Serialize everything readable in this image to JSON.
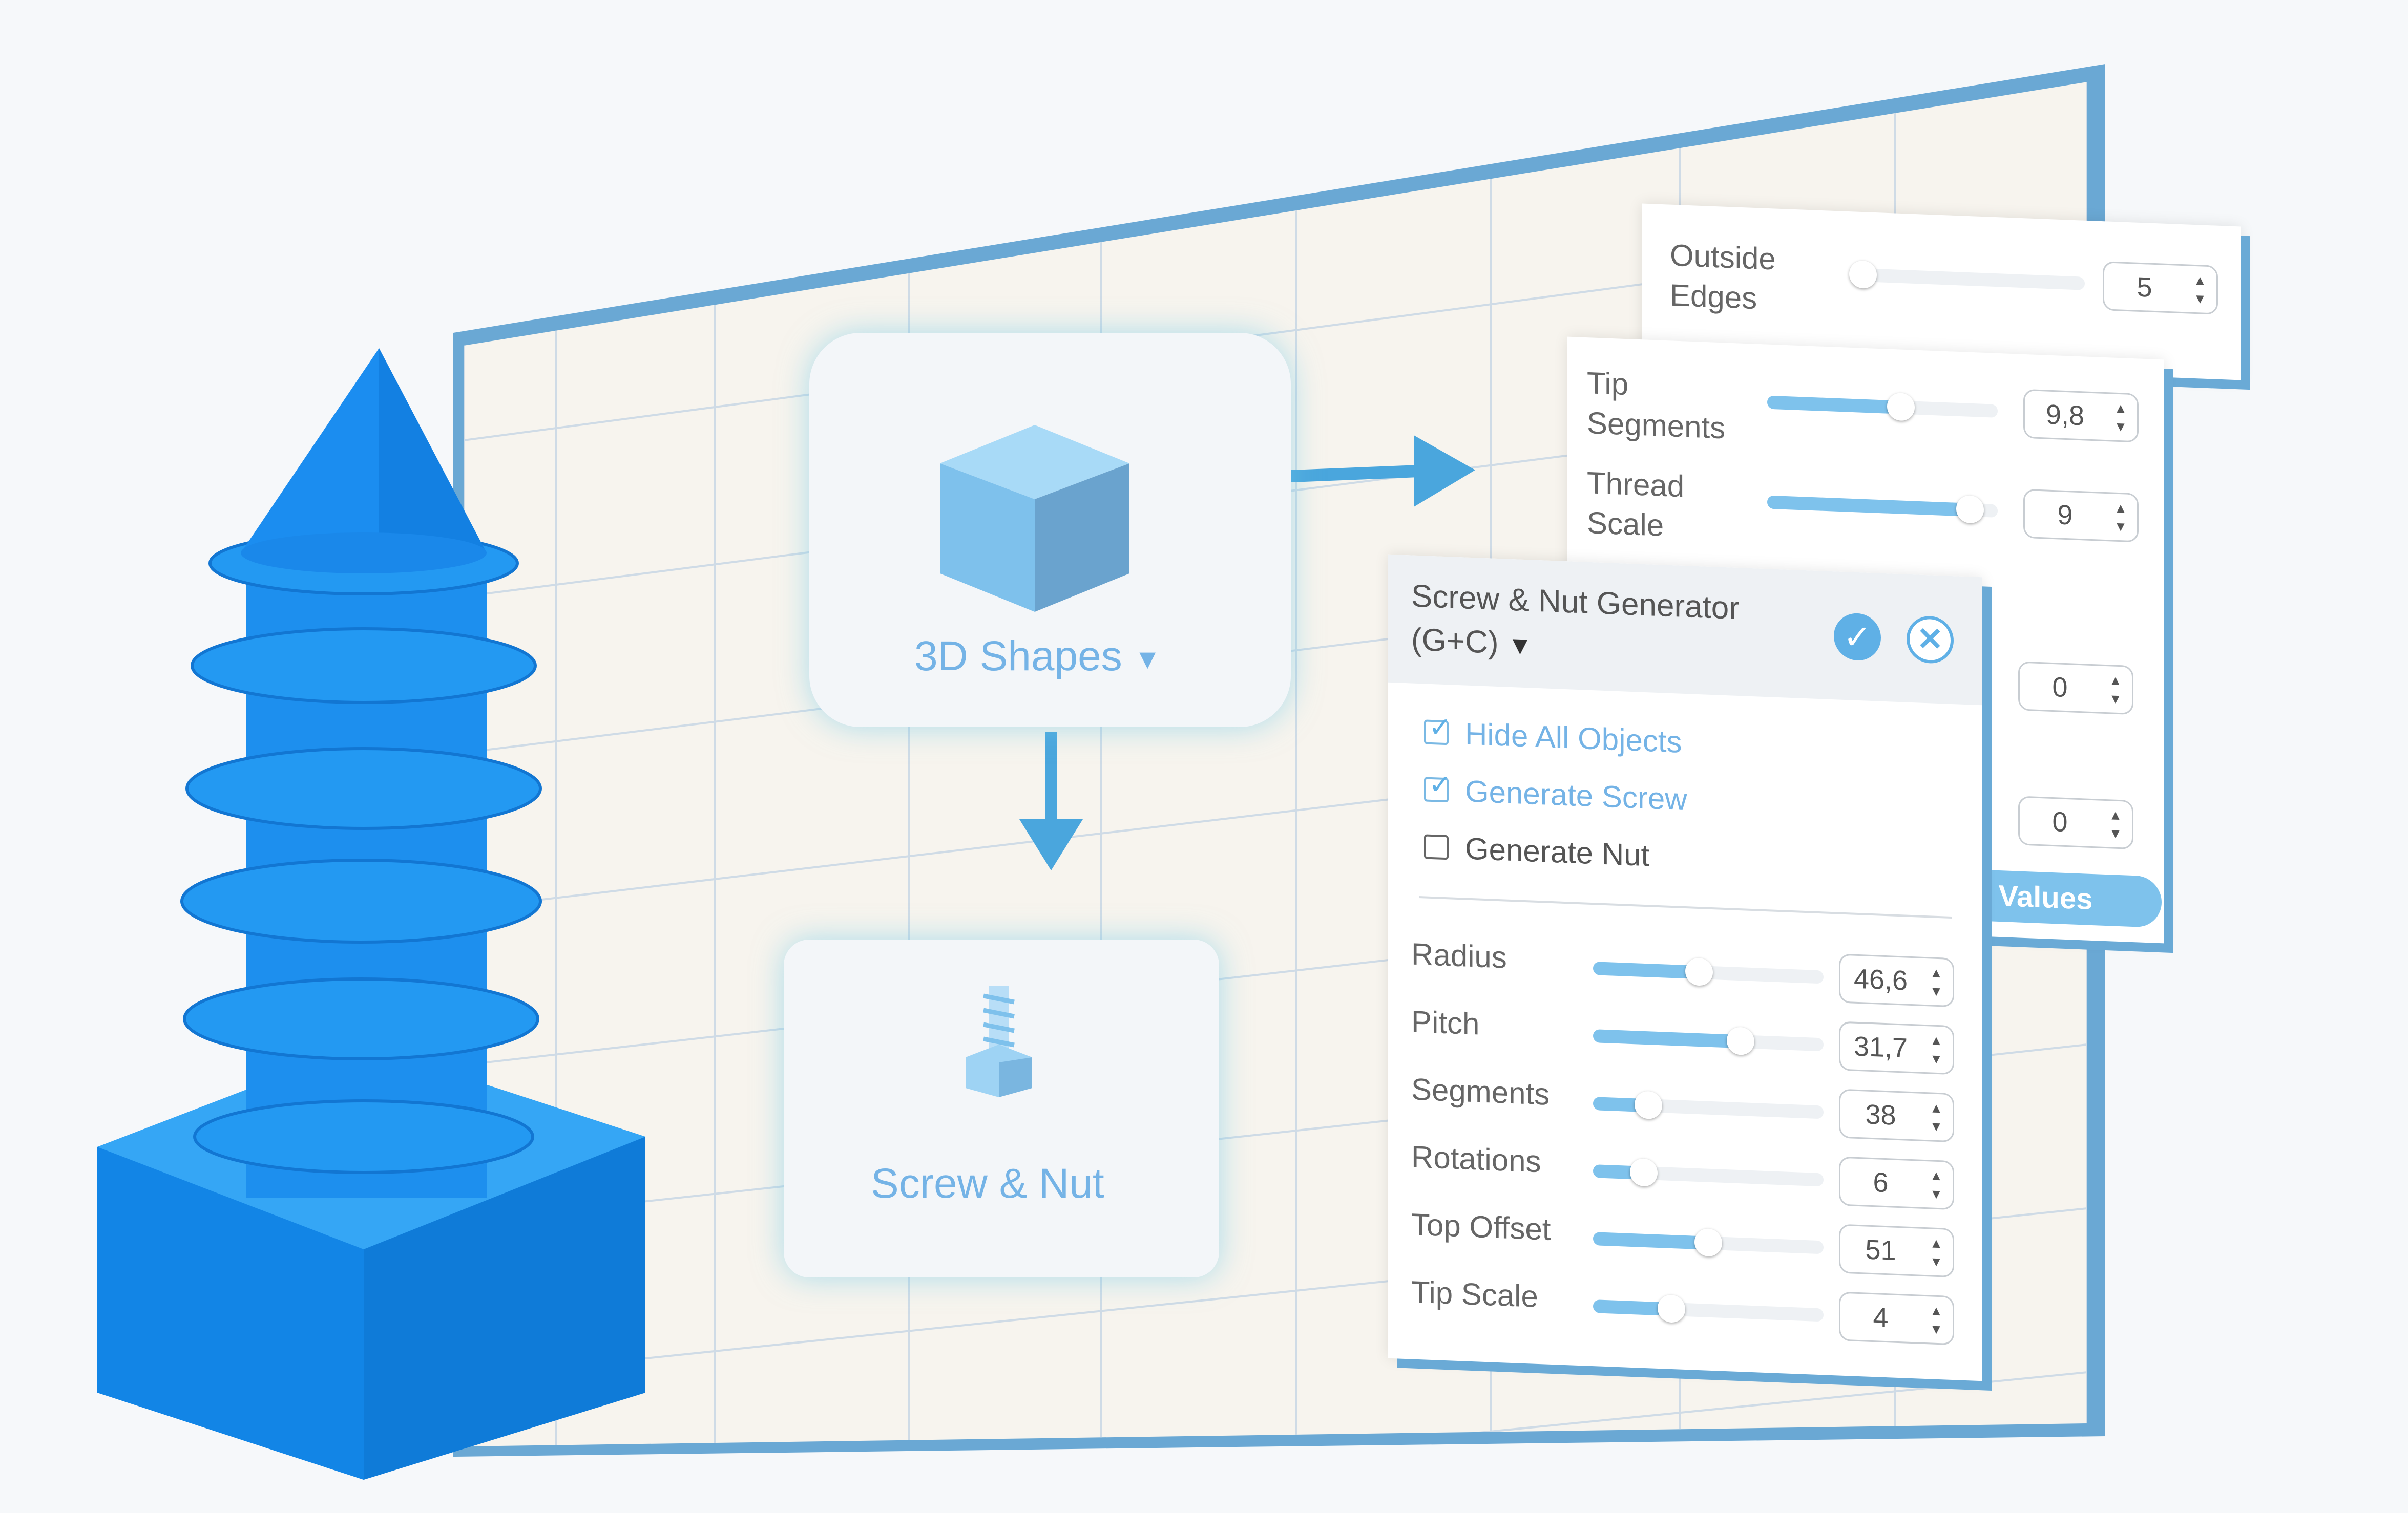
{
  "tiles": {
    "shapes": {
      "label": "3D Shapes",
      "icon": "cube-icon",
      "dropdown_icon": "triangle-down-icon"
    },
    "screw_nut": {
      "label": "Screw & Nut",
      "icon": "screw-nut-icon"
    }
  },
  "panel_outside": {
    "rows": [
      {
        "label": "Outside\nEdges",
        "value": "5",
        "fraction": 0.0
      }
    ]
  },
  "panel_tip": {
    "rows": [
      {
        "label": "Tip\nSegments",
        "value": "9,8",
        "fraction": 0.58
      },
      {
        "label": "Thread\nScale",
        "value": "9",
        "fraction": 0.88
      }
    ],
    "extra_values": [
      "0",
      "0"
    ],
    "button_label": "lt Values"
  },
  "generator": {
    "title": "Screw & Nut Generator",
    "shortcut": "(G+C)",
    "confirm_icon": "check-icon",
    "close_icon": "close-icon",
    "checkboxes": [
      {
        "label": "Hide All Objects",
        "checked": true
      },
      {
        "label": "Generate Screw",
        "checked": true
      },
      {
        "label": "Generate Nut",
        "checked": false
      }
    ],
    "params": [
      {
        "label": "Radius",
        "value": "46,6",
        "fraction": 0.46
      },
      {
        "label": "Pitch",
        "value": "31,7",
        "fraction": 0.64
      },
      {
        "label": "Segments",
        "value": "38",
        "fraction": 0.24
      },
      {
        "label": "Rotations",
        "value": "6",
        "fraction": 0.22
      },
      {
        "label": "Top Offset",
        "value": "51",
        "fraction": 0.5
      },
      {
        "label": "Tip Scale",
        "value": "4",
        "fraction": 0.34
      }
    ]
  },
  "colors": {
    "frame": "#6aa8d4",
    "grid_bg": "#f7f4ee",
    "grid_line": "#cfdbe6",
    "screw": "#1a8bec",
    "arrow": "#4aa6dd",
    "accent": "#74b3e6"
  }
}
